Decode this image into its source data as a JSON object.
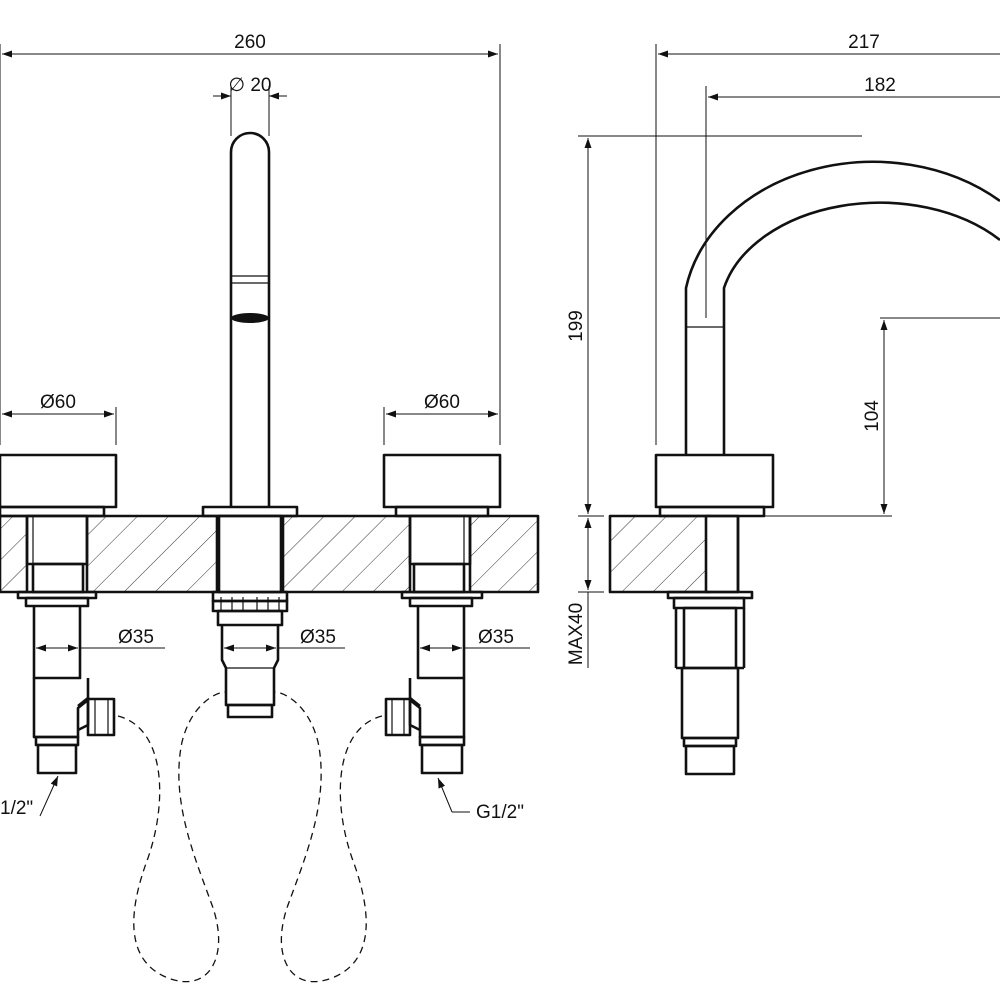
{
  "front_view": {
    "overall_width": "260",
    "spout_diameter": "∅ 20",
    "handle_left_diameter": "Ø60",
    "handle_right_diameter": "Ø60",
    "body_left_diameter": "Ø35",
    "body_center_diameter": "Ø35",
    "body_right_diameter": "Ø35",
    "connection_left": "1/2\"",
    "connection_right": "G1/2\""
  },
  "side_view": {
    "reach_total": "217",
    "reach_spout": "182",
    "height_total": "199",
    "outlet_height": "104",
    "deck_thickness_max": "MAX40"
  }
}
